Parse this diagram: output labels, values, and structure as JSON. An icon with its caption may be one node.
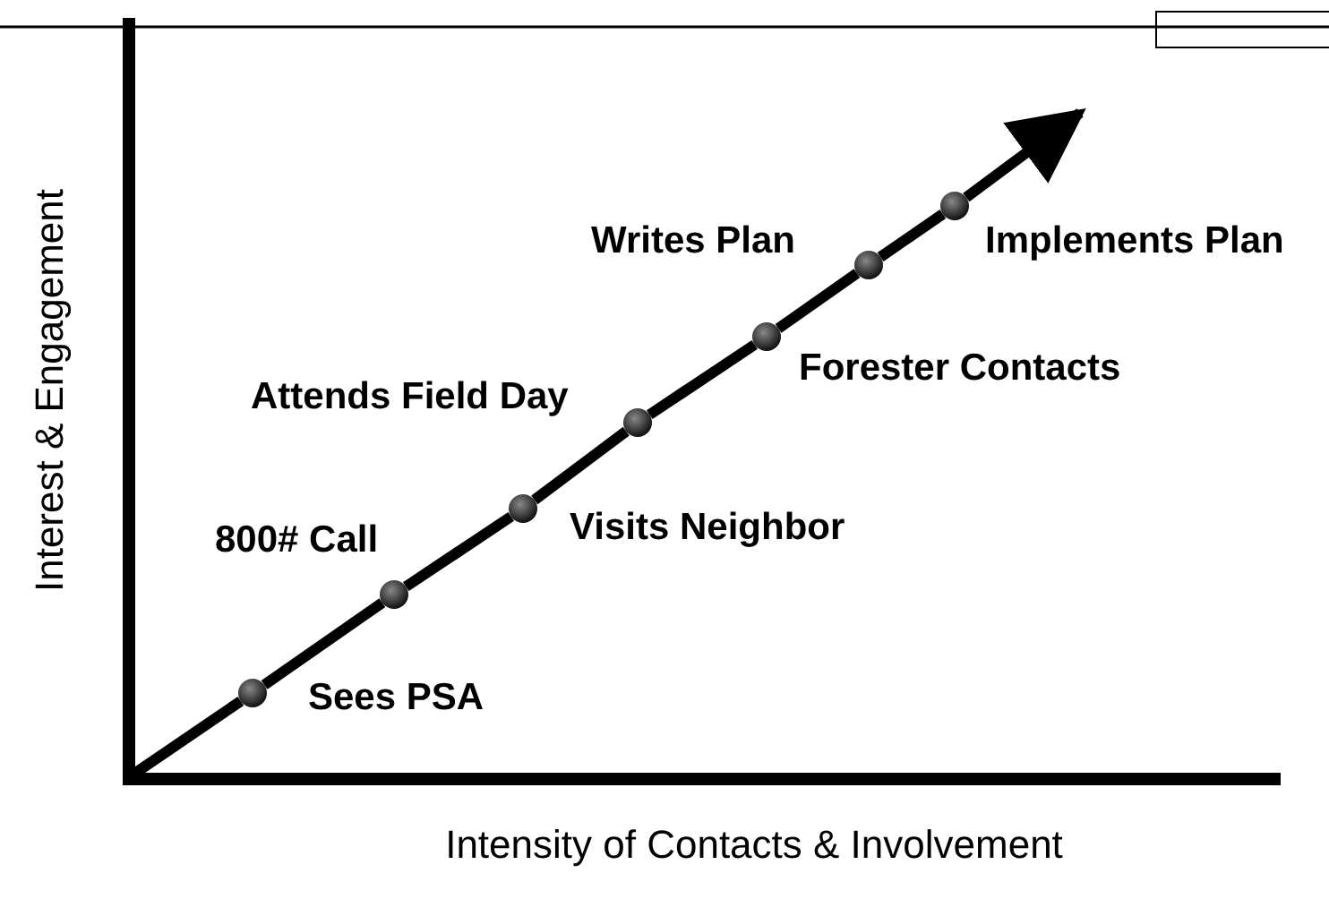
{
  "diagram": {
    "nodes": [
      {
        "text": [],
        "shape": "circle",
        "beside": [
          "Sees PSA"
        ]
      },
      {
        "text": [],
        "shape": "circle",
        "beside": [
          "800# Call"
        ]
      },
      {
        "text": [],
        "shape": "circle",
        "beside": [
          "Visits Neighbor"
        ]
      },
      {
        "text": [],
        "shape": "circle",
        "beside": [
          "Attends Field Day"
        ]
      },
      {
        "text": [],
        "shape": "circle",
        "beside": [
          "Forester Contacts"
        ]
      },
      {
        "text": [],
        "shape": "circle",
        "beside": [
          "Writes Plan"
        ]
      },
      {
        "text": [],
        "shape": "circle",
        "beside": [
          "Implements Plan"
        ]
      }
    ],
    "edges": [
      {
        "from": null,
        "to": 0,
        "arrow": "none"
      },
      {
        "from": 0,
        "to": 1,
        "arrow": "none"
      },
      {
        "from": 1,
        "to": 2,
        "arrow": "none"
      },
      {
        "from": 2,
        "to": 3,
        "arrow": "none"
      },
      {
        "from": 3,
        "to": 4,
        "arrow": "none"
      },
      {
        "from": 4,
        "to": 5,
        "arrow": "none"
      },
      {
        "from": 5,
        "to": 6,
        "arrow": "none"
      },
      {
        "from": 6,
        "to": null,
        "arrow": "to"
      }
    ],
    "labels": [
      "Interest & Engagement",
      "Intensity of Contacts & Involvement"
    ]
  }
}
